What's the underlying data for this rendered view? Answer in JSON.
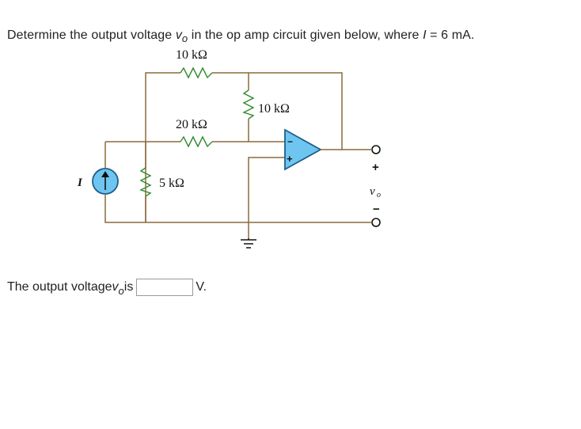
{
  "question": {
    "prefix": "Determine the output voltage ",
    "var": "v",
    "var_sub": "o",
    "middle": " in the op amp circuit given below, where ",
    "current_var": "I",
    "suffix": " = 6 mA."
  },
  "circuit": {
    "r_top": "10 kΩ",
    "r_middle": "20 kΩ",
    "r_vertical": "10 kΩ",
    "r_shunt": "5 kΩ",
    "source_label": "I",
    "opamp_minus": "−",
    "opamp_plus": "+",
    "out_plus": "+",
    "out_minus": "−",
    "out_var": "v",
    "out_sub": "o",
    "colors": {
      "wire": "#8b6a3c",
      "resistor": "#2e8b2e",
      "opamp_fill": "#6ec6f0",
      "opamp_stroke": "#1f5f8b"
    }
  },
  "answer": {
    "prefix": "The output voltage ",
    "var": "v",
    "var_sub": "o",
    "is": " is",
    "value": "",
    "unit": "V."
  }
}
